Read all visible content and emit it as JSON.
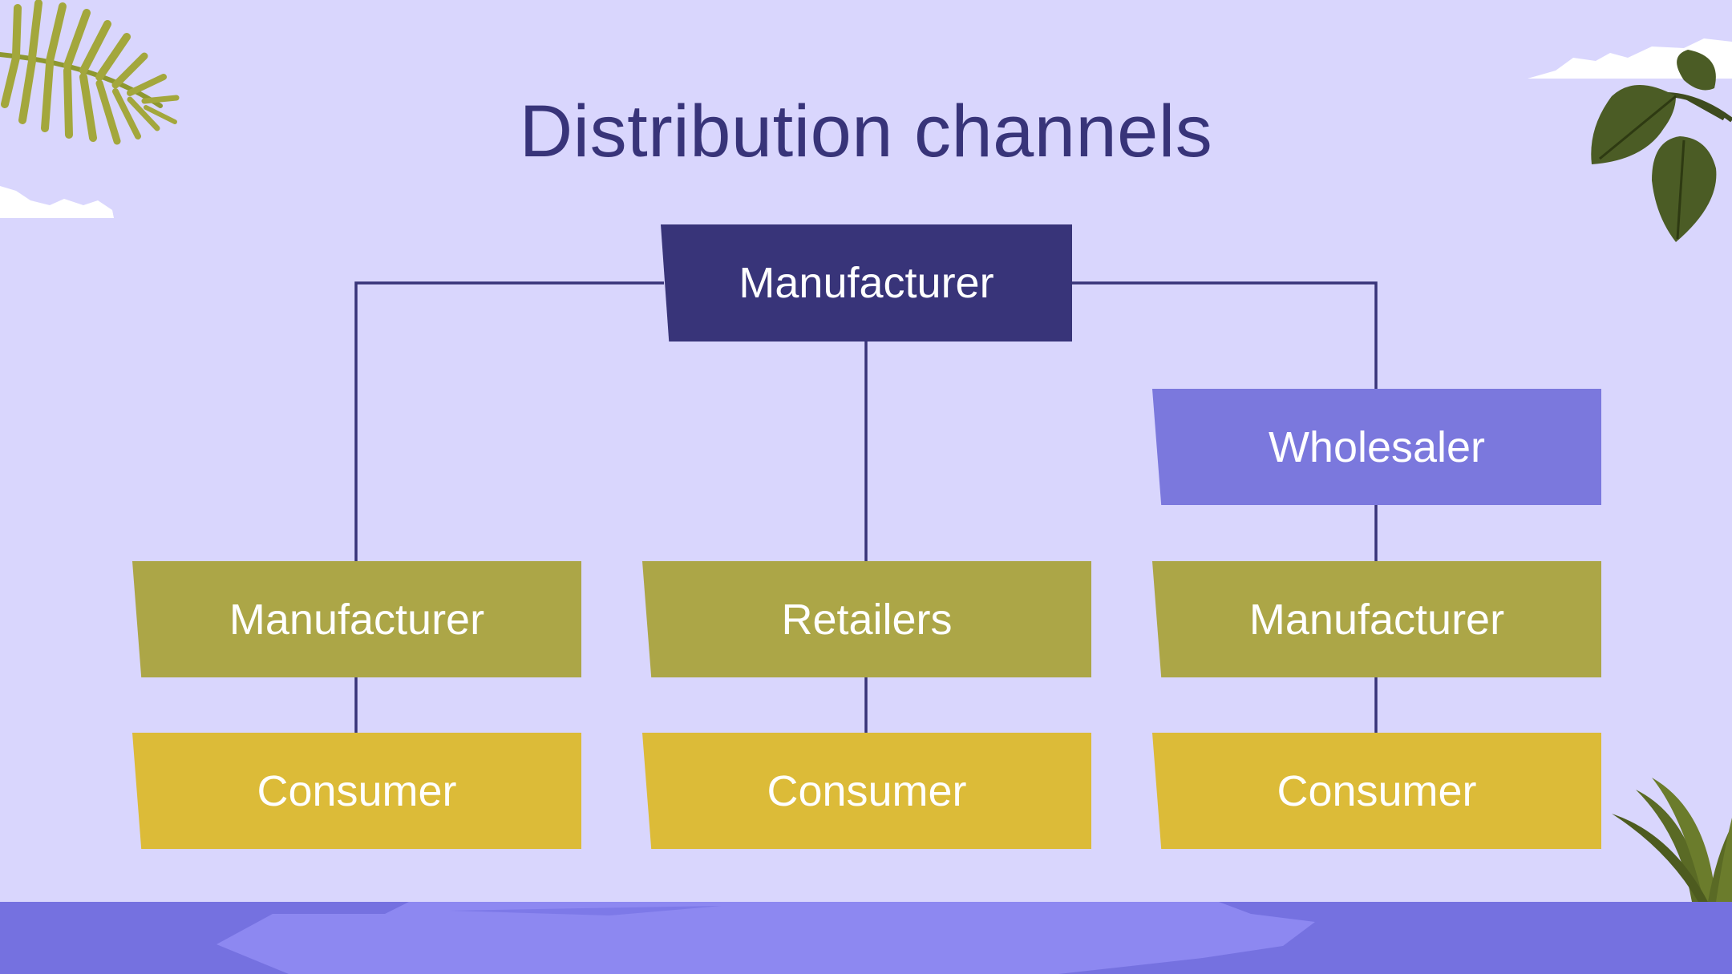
{
  "title": "Distribution channels",
  "colors": {
    "background": "#d9d6fd",
    "title": "#383479",
    "manufacturer_top": "#383479",
    "wholesaler": "#7b78dd",
    "middle_row": "#aca647",
    "consumer_row": "#dcbb38",
    "connector": "#383479",
    "water": "#8d88f1"
  },
  "diagram": {
    "root": "Manufacturer",
    "intermediate": "Wholesaler",
    "channels": [
      {
        "middle": "Manufacturer",
        "end": "Consumer"
      },
      {
        "middle": "Retailers",
        "end": "Consumer"
      },
      {
        "middle": "Manufacturer",
        "end": "Consumer"
      }
    ]
  },
  "decorations": [
    "fern-leaf-icon",
    "cloud-icon",
    "leaf-branch-icon",
    "grass-icon",
    "water-strip"
  ]
}
